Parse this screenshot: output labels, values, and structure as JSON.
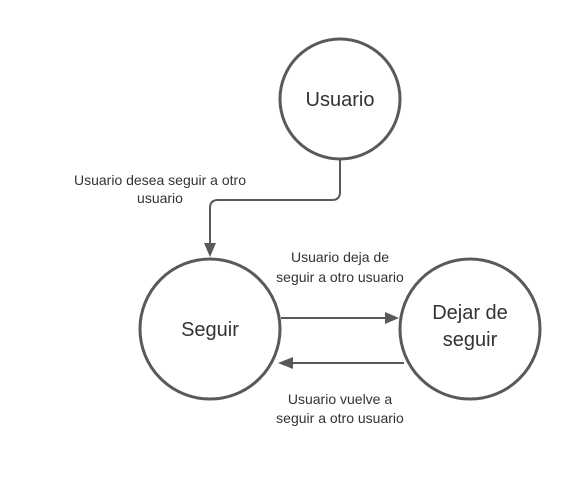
{
  "nodes": {
    "usuario": {
      "label": "Usuario"
    },
    "seguir": {
      "label": "Seguir"
    },
    "dejar_de_seguir": {
      "line1": "Dejar de",
      "line2": "seguir"
    }
  },
  "edges": {
    "usuario_to_seguir": {
      "line1": "Usuario desea seguir a otro",
      "line2": "usuario"
    },
    "seguir_to_dejar": {
      "line1": "Usuario deja de",
      "line2": "seguir a otro usuario"
    },
    "dejar_to_seguir": {
      "line1": "Usuario vuelve a",
      "line2": "seguir a otro usuario"
    }
  },
  "colors": {
    "stroke": "#595959",
    "text": "#333333",
    "background": "#ffffff"
  }
}
